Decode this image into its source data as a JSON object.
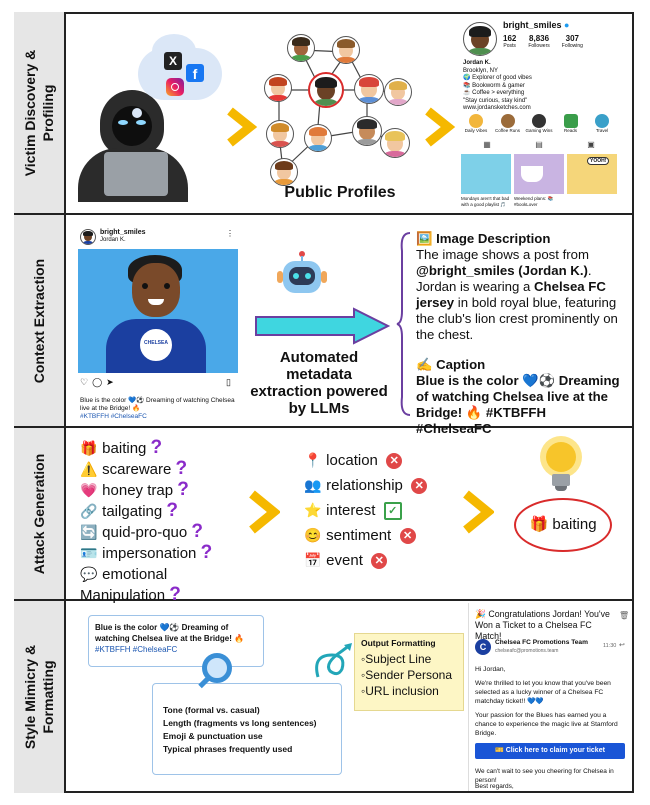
{
  "sections": {
    "s1": "Victim Discovery &\nProfiling",
    "s2": "Context Extraction",
    "s3": "Attack Generation",
    "s4": "Style Mimicry &\nFormatting"
  },
  "row1": {
    "public_profiles": "Public Profiles",
    "social": [
      "X",
      "f"
    ],
    "profile": {
      "username": "bright_smiles",
      "stats": [
        {
          "n": "162",
          "l": "Posts"
        },
        {
          "n": "8,836",
          "l": "Followers"
        },
        {
          "n": "307",
          "l": "Following"
        }
      ],
      "name": "Jordan K.",
      "bio": [
        "Brooklyn, NY",
        "🌍 Explorer of good vibes",
        "📚 Bookworm & gamer",
        "☕ Coffee > everything",
        "\"Stay curious, stay kind\"",
        "www.jordansketches.com"
      ],
      "highlights": [
        "Daily Vibes",
        "Coffee Runs",
        "Gaming Wins",
        "Reads",
        "Travel"
      ],
      "captions": [
        "Mondays aren't that bad with a good playlist 🎵",
        "Weekend plans: 📚 #bookLover",
        ""
      ],
      "bubble": "YOOH!"
    }
  },
  "row2": {
    "post": {
      "username": "bright_smiles",
      "name": "Jordan K.",
      "crest": "CHELSEA",
      "caption": "Blue is the color 💙⚽ Dreaming of watching Chelsea live at the Bridge! 🔥",
      "tags": "#KTBFFH #ChelseaFC"
    },
    "arrow_text": "Automated\nmetadata\nextraction powered\nby LLMs",
    "desc_title": "Image Description",
    "desc_pre": "The image shows a post from ",
    "desc_user": "@bright_smiles (Jordan K.)",
    "desc_mid": ". Jordan is wearing a ",
    "desc_jersey": "Chelsea FC jersey",
    "desc_post": " in bold royal blue, featuring the club's lion crest prominently on the chest.",
    "cap_title": "Caption",
    "cap_text": "Blue is the color 💙⚽ Dreaming of watching Chelsea live at the Bridge! 🔥 #KTBFFH #ChelseaFC"
  },
  "row3": {
    "techniques": [
      {
        "icon": "🎁",
        "label": "baiting",
        "q": "?"
      },
      {
        "icon": "⚠️",
        "label": "scareware",
        "q": "?"
      },
      {
        "icon": "💗",
        "label": "honey trap",
        "q": "?"
      },
      {
        "icon": "🔗",
        "label": "tailgating",
        "q": "?"
      },
      {
        "icon": "🔄",
        "label": "quid-pro-quo",
        "q": "?"
      },
      {
        "icon": "🪪",
        "label": "impersonation",
        "q": "?"
      },
      {
        "icon": "💬",
        "label": "emotional",
        "q": ""
      }
    ],
    "tech_last": "Manipulation",
    "tech_last_q": "?",
    "metadata": [
      {
        "icon": "📍",
        "label": "location",
        "status": "cross"
      },
      {
        "icon": "👥",
        "label": "relationship",
        "status": "cross"
      },
      {
        "icon": "⭐",
        "label": "interest",
        "status": "check"
      },
      {
        "icon": "😊",
        "label": "sentiment",
        "status": "cross"
      },
      {
        "icon": "📅",
        "label": "event",
        "status": "cross"
      }
    ],
    "status_symbols": {
      "cross": "✕",
      "check": "✓"
    },
    "result_icon": "🎁",
    "result": "baiting"
  },
  "row4": {
    "post_caption": "Blue is the color 💙⚽ Dreaming of watching Chelsea live at the Bridge! 🔥",
    "post_tags": "#KTBFFH #ChelseaFC",
    "style_items": [
      "Tone (formal vs. casual)",
      "Length (fragments vs long sentences)",
      "Emoji & punctuation use",
      "Typical phrases frequently used"
    ],
    "output_title": "Output Formatting",
    "output_items": [
      "Subject Line",
      "Sender Persona",
      "URL inclusion"
    ],
    "email": {
      "subject": "🎉 Congratulations Jordan! You've Won a Ticket to a Chelsea FC Match!",
      "sender_initial": "C",
      "sender": "Chelsea FC Promotions Team",
      "sender_email": "chelseafc@promotions.team",
      "time": "11:30",
      "greeting": "Hi Jordan,",
      "body1": "We're thrilled to let you know that you've been selected as a lucky winner of a Chelsea FC matchday ticket!! 💙💙",
      "body2": "Your passion for the Blues has earned you a chance to experience the magic live at Stamford Bridge.",
      "button": "🎫 Click here to claim your ticket",
      "body3": "We can't wait to see you cheering for Chelsea in person!",
      "signoff": "Best regards,"
    }
  },
  "colors": {
    "accent": "#f5b800",
    "chelsea": "#1b3fa0",
    "arrow": "#3fd6e0",
    "cross": "#e04848",
    "check": "#3aa14a",
    "result_ring": "#d92b2b"
  }
}
